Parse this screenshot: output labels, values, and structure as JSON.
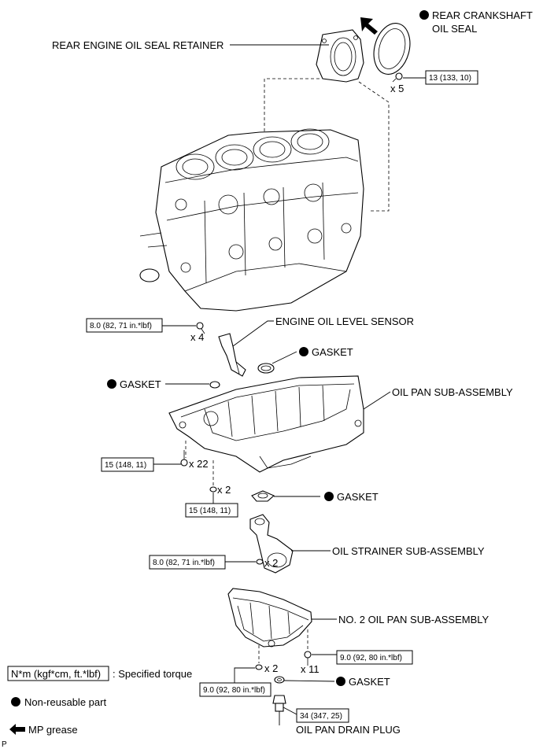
{
  "labels": {
    "rear_crankshaft_oil_seal_1": "REAR CRANKSHAFT",
    "rear_crankshaft_oil_seal_2": "OIL SEAL",
    "rear_engine_oil_seal_retainer": "REAR ENGINE OIL SEAL RETAINER",
    "engine_oil_level_sensor": "ENGINE OIL LEVEL SENSOR",
    "gasket_sensor": "GASKET",
    "gasket_left": "GASKET",
    "oil_pan_sub_assembly": "OIL PAN SUB-ASSEMBLY",
    "gasket_strainer": "GASKET",
    "oil_strainer_sub_assembly": "OIL STRAINER SUB-ASSEMBLY",
    "no2_oil_pan_sub_assembly": "NO. 2 OIL PAN SUB-ASSEMBLY",
    "gasket_drain": "GASKET",
    "oil_pan_drain_plug": "OIL PAN DRAIN PLUG"
  },
  "torques": {
    "retainer_bolts": "13 (133, 10)",
    "sensor_bolts": "8.0 (82, 71 in.*lbf)",
    "oil_pan_bolts": "15 (148, 11)",
    "oil_pan_nuts": "15 (148, 11)",
    "strainer_nuts": "8.0 (82, 71 in.*lbf)",
    "no2_pan_bolts": "9.0 (92, 80 in.*lbf)",
    "no2_pan_nuts": "9.0 (92, 80 in.*lbf)",
    "drain_plug": "34 (347, 25)"
  },
  "quantities": {
    "retainer_bolts": "x 5",
    "sensor_bolts": "x 4",
    "oil_pan_bolts": "x 22",
    "oil_pan_nuts": "x 2",
    "strainer_nuts": "x 2",
    "no2_pan_bolts": "x 11",
    "no2_pan_nuts": "x 2"
  },
  "legend": {
    "torque_unit": "N*m (kgf*cm, ft.*lbf)",
    "torque_desc": ": Specified torque",
    "non_reusable": "Non-reusable part",
    "mp_grease": "MP grease"
  },
  "corner_mark": "P"
}
